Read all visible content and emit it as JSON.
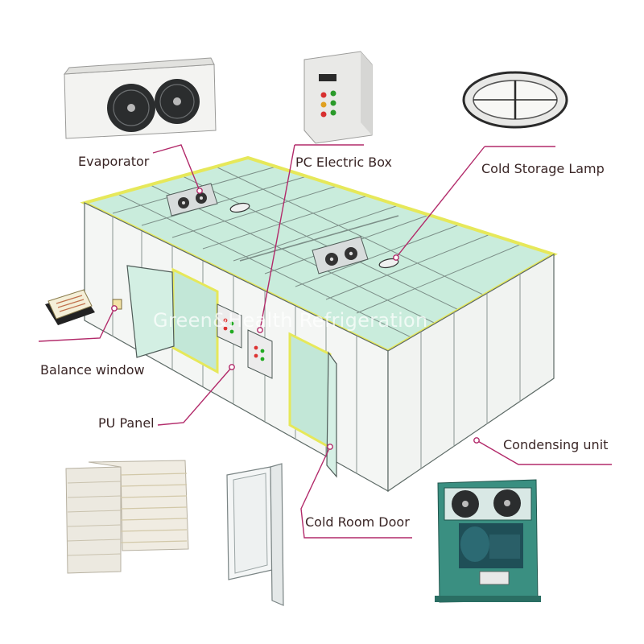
{
  "labels": {
    "evaporator": "Evaporator",
    "electric_box": "PC Electric Box",
    "lamp": "Cold Storage Lamp",
    "balance_window": "Balance window",
    "pu_panel": "PU Panel",
    "condensing_unit": "Condensing unit",
    "door": "Cold Room Door"
  },
  "watermark": "Green&Health Refrigeration",
  "colors": {
    "frame_yellow": "#e8e85a",
    "glass_green": "#bfe6d6",
    "leader_pink": "#b22a6a",
    "outline": "#5d6a66",
    "unit_teal": "#2f8b7d"
  }
}
